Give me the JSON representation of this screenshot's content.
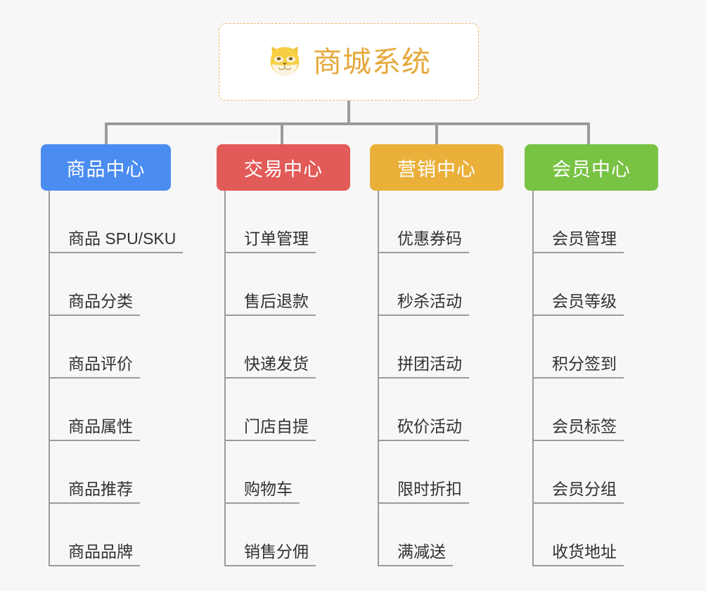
{
  "page": {
    "background": "#f7f7f7",
    "type": "mindmap"
  },
  "root": {
    "title": "商城系统",
    "icon": "shiba-dog-face-icon",
    "title_color": "#e5a93c",
    "border_color": "#e8b766",
    "background": "#ffffff"
  },
  "connector_color": "#9b9b9b",
  "columns": [
    {
      "label": "商品中心",
      "color": "#4a8cf0",
      "name": "product-center",
      "leaves": [
        {
          "label": "商品 SPU/SKU"
        },
        {
          "label": "商品分类"
        },
        {
          "label": "商品评价"
        },
        {
          "label": "商品属性"
        },
        {
          "label": "商品推荐"
        },
        {
          "label": "商品品牌"
        }
      ]
    },
    {
      "label": "交易中心",
      "color": "#e25b58",
      "name": "trade-center",
      "leaves": [
        {
          "label": "订单管理"
        },
        {
          "label": "售后退款"
        },
        {
          "label": "快递发货"
        },
        {
          "label": "门店自提"
        },
        {
          "label": "购物车"
        },
        {
          "label": "销售分佣"
        }
      ]
    },
    {
      "label": "营销中心",
      "color": "#eab03a",
      "name": "marketing-center",
      "leaves": [
        {
          "label": "优惠券码"
        },
        {
          "label": "秒杀活动"
        },
        {
          "label": "拼团活动"
        },
        {
          "label": "砍价活动"
        },
        {
          "label": "限时折扣"
        },
        {
          "label": "满减送"
        }
      ]
    },
    {
      "label": "会员中心",
      "color": "#78c244",
      "name": "member-center",
      "leaves": [
        {
          "label": "会员管理"
        },
        {
          "label": "会员等级"
        },
        {
          "label": "积分签到"
        },
        {
          "label": "会员标签"
        },
        {
          "label": "会员分组"
        },
        {
          "label": "收货地址"
        }
      ]
    }
  ]
}
